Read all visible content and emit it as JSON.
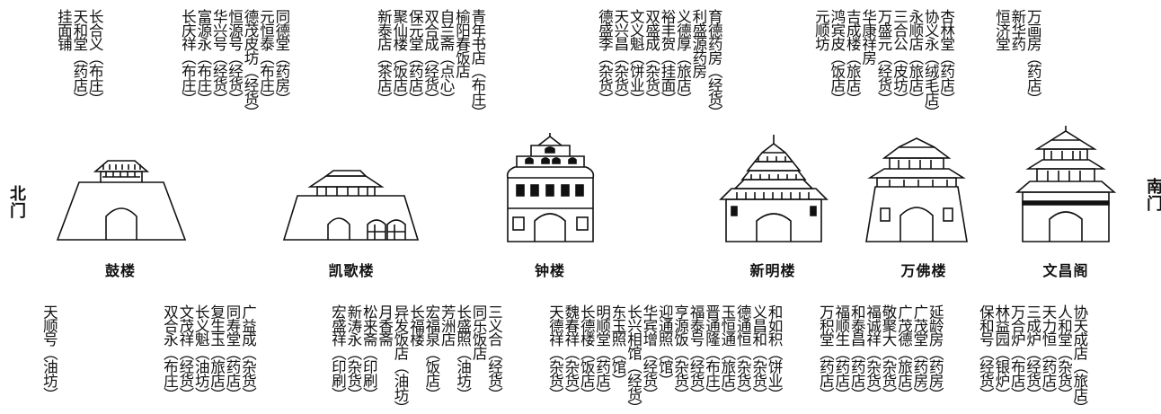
{
  "side_labels": {
    "north": "北门",
    "south": "南门"
  },
  "buildings": [
    "鼓楼",
    "凯歌楼",
    "钟楼",
    "新明楼",
    "万佛楼",
    "文昌阁"
  ],
  "top": [
    [
      "长合义（布庄）",
      "天和堂（药店）",
      "挂面铺"
    ],
    [
      "同德堂（药房）",
      "元恒泰（布庄）",
      "德茂皮坊（经货）",
      "恒源号（经货）",
      "华兴号（经货）",
      "富源永（布庄）",
      "长庆祥（布庄）"
    ],
    [
      "青年书店（布庄）",
      "榆阳春饭店",
      "自兰斋（点心）",
      "双合成（经货）",
      "保元堂（药店）",
      "聚仙楼（饭店）",
      "新泰店（茶店）"
    ],
    [
      "育德药房（经货）",
      "利盛源药房",
      "义德厚（旅店）",
      "裕丰贺（挂面）",
      "双盛成（杂货）",
      "文义魁（饼业）",
      "天兴昌（杂货）",
      "德盛李（杂货）"
    ],
    [
      "杏林堂（药店）",
      "协义永（绒毛店）",
      "永顺店（旅店）",
      "三合公（皮坊）",
      "万盛元（经货）",
      "华康祥房",
      "吉成楼（旅店）",
      "鸿宾皮（饭店）",
      "元顺坊"
    ],
    [
      "万画房（药店）",
      "新华药",
      "恒济堂"
    ]
  ],
  "bottom": [
    [
      "天顺号（油坊）"
    ],
    [
      "广益成（杂货）",
      "同寿堂（药店）",
      "复生玉（旅店）",
      "长义魁（油坊）",
      "文茂祥（经货）",
      "双合永（布庄）"
    ],
    [
      "三义合（经货）",
      "同乐饭店",
      "长盛照（油坊）",
      "芳洲店",
      "宏福泉（饭店）",
      "长福楼",
      "异发饭店（油坊）",
      "月香斋",
      "松来斋（印刷）",
      "新涛永（杂货）",
      "宏盛祥（印刷）"
    ],
    [
      "和如积（饼业）",
      "义昌和（杂货）",
      "德通恒（杂货）",
      "玉恒通（旅店）",
      "晋通隆（布庄）",
      "福泰号（经货）",
      "亨源饭（杂货）",
      "迎通照（馆）",
      "华宾增（经货）",
      "长兴相馆（经货）",
      "东玉照（馆）",
      "明顺堂（药店）",
      "长德楼（饭店）",
      "魏春祥（杂货）",
      "天德祥（杂货）"
    ],
    [
      "延龄房（药房）",
      "广茂堂（药房）",
      "广茂德（旅店）",
      "敬聚大（杂货）",
      "福诚祥（杂货）",
      "和泰昌（药店）",
      "福顺生（药店）",
      "万积堂（药店）"
    ],
    [
      "协天成店（旅店）",
      "人和堂（杂货）",
      "天力恒（药店）",
      "三成炉（经货）",
      "万合炉（布店）",
      "林益园（银炉）",
      "保和号（经货）"
    ]
  ]
}
